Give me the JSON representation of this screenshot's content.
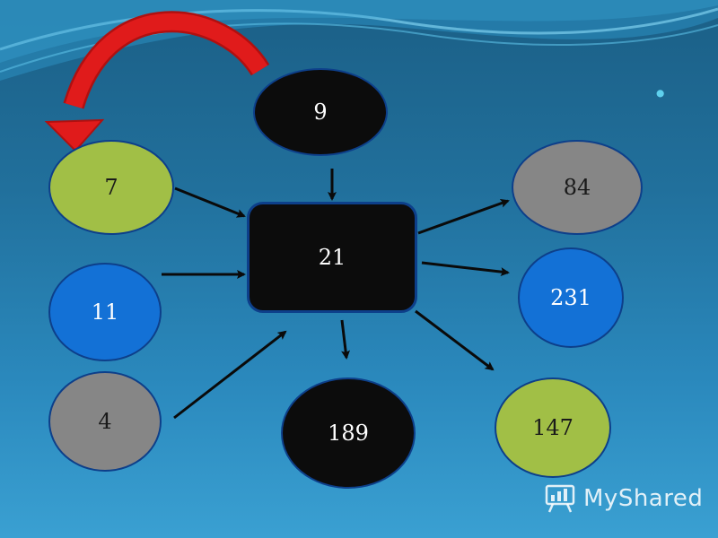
{
  "colors": {
    "black": "#0c0c0c",
    "green": "#a1bf46",
    "blue": "#1371d6",
    "gray": "#868686",
    "arrow_red": "#e01b1b",
    "border": "#0d3f8a"
  },
  "nodes": {
    "top": {
      "label": "9",
      "color": "black"
    },
    "center": {
      "label": "21",
      "color": "black"
    },
    "left_1": {
      "label": "7",
      "color": "green"
    },
    "left_2": {
      "label": "11",
      "color": "blue"
    },
    "left_3": {
      "label": "4",
      "color": "gray"
    },
    "bottom": {
      "label": "189",
      "color": "black"
    },
    "right_1": {
      "label": "84",
      "color": "gray"
    },
    "right_2": {
      "label": "231",
      "color": "blue"
    },
    "right_3": {
      "label": "147",
      "color": "green"
    }
  },
  "connections": [
    {
      "from": "9",
      "to": "21"
    },
    {
      "from": "7",
      "to": "21"
    },
    {
      "from": "11",
      "to": "21"
    },
    {
      "from": "4",
      "to": "21"
    },
    {
      "from": "21",
      "to": "84"
    },
    {
      "from": "21",
      "to": "231"
    },
    {
      "from": "21",
      "to": "147"
    },
    {
      "from": "21",
      "to": "189"
    },
    {
      "from": "9",
      "to": "7",
      "style": "curved-red"
    }
  ],
  "watermark": {
    "text": "MyShared",
    "icon": "presentation-board-icon"
  },
  "bullet": "."
}
